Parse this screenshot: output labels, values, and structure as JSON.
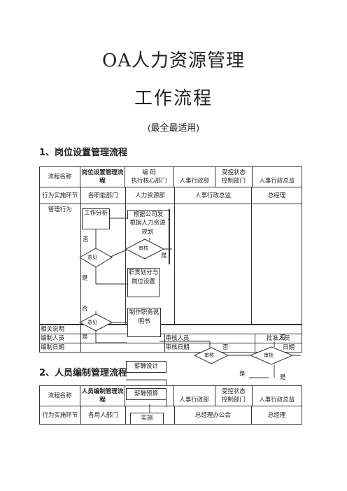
{
  "title_line1": "OA人力资源管理",
  "title_line2": "工作流程",
  "subtitle": "(最全最适用)",
  "section1": {
    "heading": "1、岗位设置管理流程",
    "header": {
      "flow_name_label": "流程名称",
      "flow_name_value": "岗位设置管理流程",
      "code_label": "编  码",
      "control_label": "受控状态",
      "exec_core": "执行核心部门",
      "hr_admin_dept": "人事行政部",
      "control_dept": "控制部门",
      "hr_director": "人事行政总监"
    },
    "lanes_label": "行为实施环节",
    "lanes": [
      "各职能部门",
      "人力资源部",
      "人事行政总监",
      "总经理"
    ],
    "behavior_label": "管理行为",
    "nodes": {
      "work_analysis": "工作分析",
      "per_company": "根据公司发",
      "per_hr_plan": "根据人力资源规划",
      "review": "审核",
      "opinion1": "意见",
      "yes1": "是",
      "no1": "否",
      "yes2": "是",
      "duty_division": "职责划分与岗位设置",
      "no2": "否",
      "make_job_desc": "制作职务说明书",
      "opinion2": "意见",
      "yes3": "是",
      "no3": "否",
      "audit": "审核",
      "approve": "审批",
      "no4": "否",
      "yes4": "是",
      "yes5": "是"
    },
    "footer": {
      "related": "相关说明",
      "author_label": "编制人员",
      "author_val": "审核人员",
      "approver": "批准人员",
      "date_label": "编制日期",
      "review_date": "审核日期",
      "approve_date": "日期"
    }
  },
  "section2": {
    "heading": "2、人员编制管理流程",
    "header": {
      "flow_name_label": "流程名称",
      "flow_name_value": "人员编制管理流程",
      "control_label": "受控状态",
      "hr_admin_dept": "人事行政部",
      "control_dept": "控制部门",
      "hr_director": "人事行政总监"
    },
    "lanes_label": "行为实施环节",
    "lanes": [
      "各用人部门",
      "总经理办公会",
      "总经理"
    ],
    "overlays": {
      "salary_design": "薪酬设计",
      "salary_budget": "薪酬预算",
      "implement": "实施"
    }
  }
}
